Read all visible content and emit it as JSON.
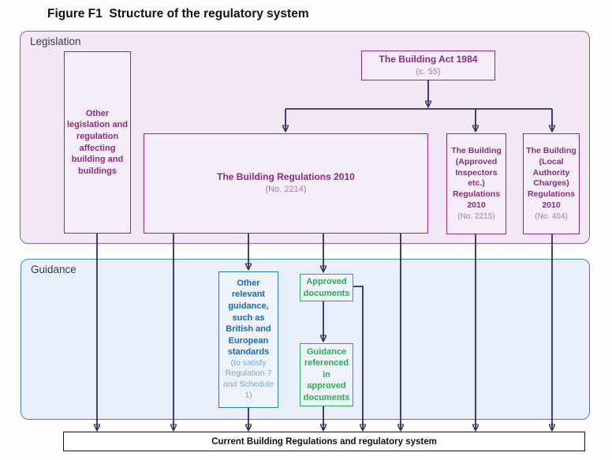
{
  "title": "Figure F1  Structure of the regulatory system",
  "colors": {
    "legislation_bg": "#f2e8f3",
    "legislation_border": "#9c56a0",
    "purple_accent": "#8d2b82",
    "purple_secondary": "#b176ae",
    "guidance_bg": "#e9effa",
    "guidance_border": "#3e86bb",
    "blue_accent": "#1a6bb5",
    "blue_secondary": "#74a9da",
    "green_accent": "#2cab52",
    "arrow_color": "#312a64"
  },
  "legislation": {
    "label": "Legislation",
    "other_legislation": {
      "title": "Other legislation and regulation affecting building and buildings"
    },
    "building_act": {
      "title": "The Building Act 1984",
      "subtitle": "(c. 55)"
    },
    "building_regulations": {
      "title": "The Building Regulations 2010",
      "subtitle": "(No. 2214)"
    },
    "approved_inspectors": {
      "title": "The Building (Approved Inspectors etc.) Regulations 2010",
      "subtitle": "(No. 2215)"
    },
    "local_authority_charges": {
      "title": "The Building (Local Authority Charges) Regulations 2010",
      "subtitle": "(No. 404)"
    }
  },
  "guidance": {
    "label": "Guidance",
    "other_guidance": {
      "title": "Other relevant guidance, such as British and European standards",
      "subtitle": "(to satisfy Regulation 7 and Schedule 1)"
    },
    "approved_documents": {
      "title": "Approved documents"
    },
    "guidance_referenced": {
      "title": "Guidance referenced in approved documents"
    }
  },
  "footer": {
    "text": "Current Building Regulations and regulatory system"
  }
}
